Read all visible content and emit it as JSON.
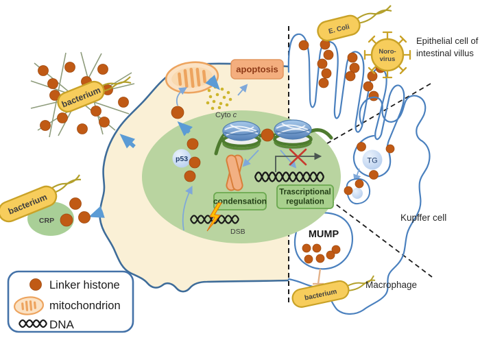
{
  "labels": {
    "net_bacterium": "bacterium",
    "crp_bacterium": "bacterium",
    "crp": "CRP",
    "apoptosis": "apoptosis",
    "cyto": "Cyto",
    "cyto_c": "c",
    "p53": "p53",
    "condensation": "condensation",
    "transcription_line1": "Trascriptional",
    "transcription_line2": "regulation",
    "dsb": "DSB",
    "ecoli": "E. Coli",
    "norovirus_line1": "Noro-",
    "norovirus_line2": "virus",
    "epithelial_line1": "Epithelial cell of",
    "epithelial_line2": "intestinal villus",
    "tg": "TG",
    "kupffer": "Kupffer cell",
    "mump": "MUMP",
    "macrophage": "Macrophage",
    "phago_bacterium": "bacterium"
  },
  "legend": {
    "items": [
      {
        "icon": "linker-histone-dot",
        "label": "Linker histone"
      },
      {
        "icon": "mitochondrion-icon",
        "label": "mitochondrion"
      },
      {
        "icon": "dna-icon",
        "label": "DNA"
      }
    ]
  },
  "colors": {
    "cell_fill": "#FAF0D6",
    "membrane": "#3E6C99",
    "nucleus_fill": "#B9D4A0",
    "linker_histone": "#C05A15",
    "bacterium_fill": "#F7CD5C",
    "bacterium_stroke": "#C9A227",
    "flagella": "#B3A02C",
    "mitochondrion_fill": "#FBE2C4",
    "mitochondrion_stroke": "#EDA45F",
    "apoptosis_box_fill": "#F4AE7E",
    "apoptosis_text": "#8E3A17",
    "green_box_fill": "#A8D08D",
    "green_box_stroke": "#6AA84F",
    "green_box_text": "#233F17",
    "arrow_blue": "#5B9BD5",
    "thin_arrow_blue": "#7FA8D9",
    "outline_blue": "#4A80BE",
    "dna_color": "#1A1A1A",
    "red_x": "#C73A2E",
    "lightning_fill": "#FFC000",
    "ball_fill": "#C9DCF2",
    "cyto_c_dots": "#CDB52C",
    "net_line": "#8E9C7C"
  }
}
